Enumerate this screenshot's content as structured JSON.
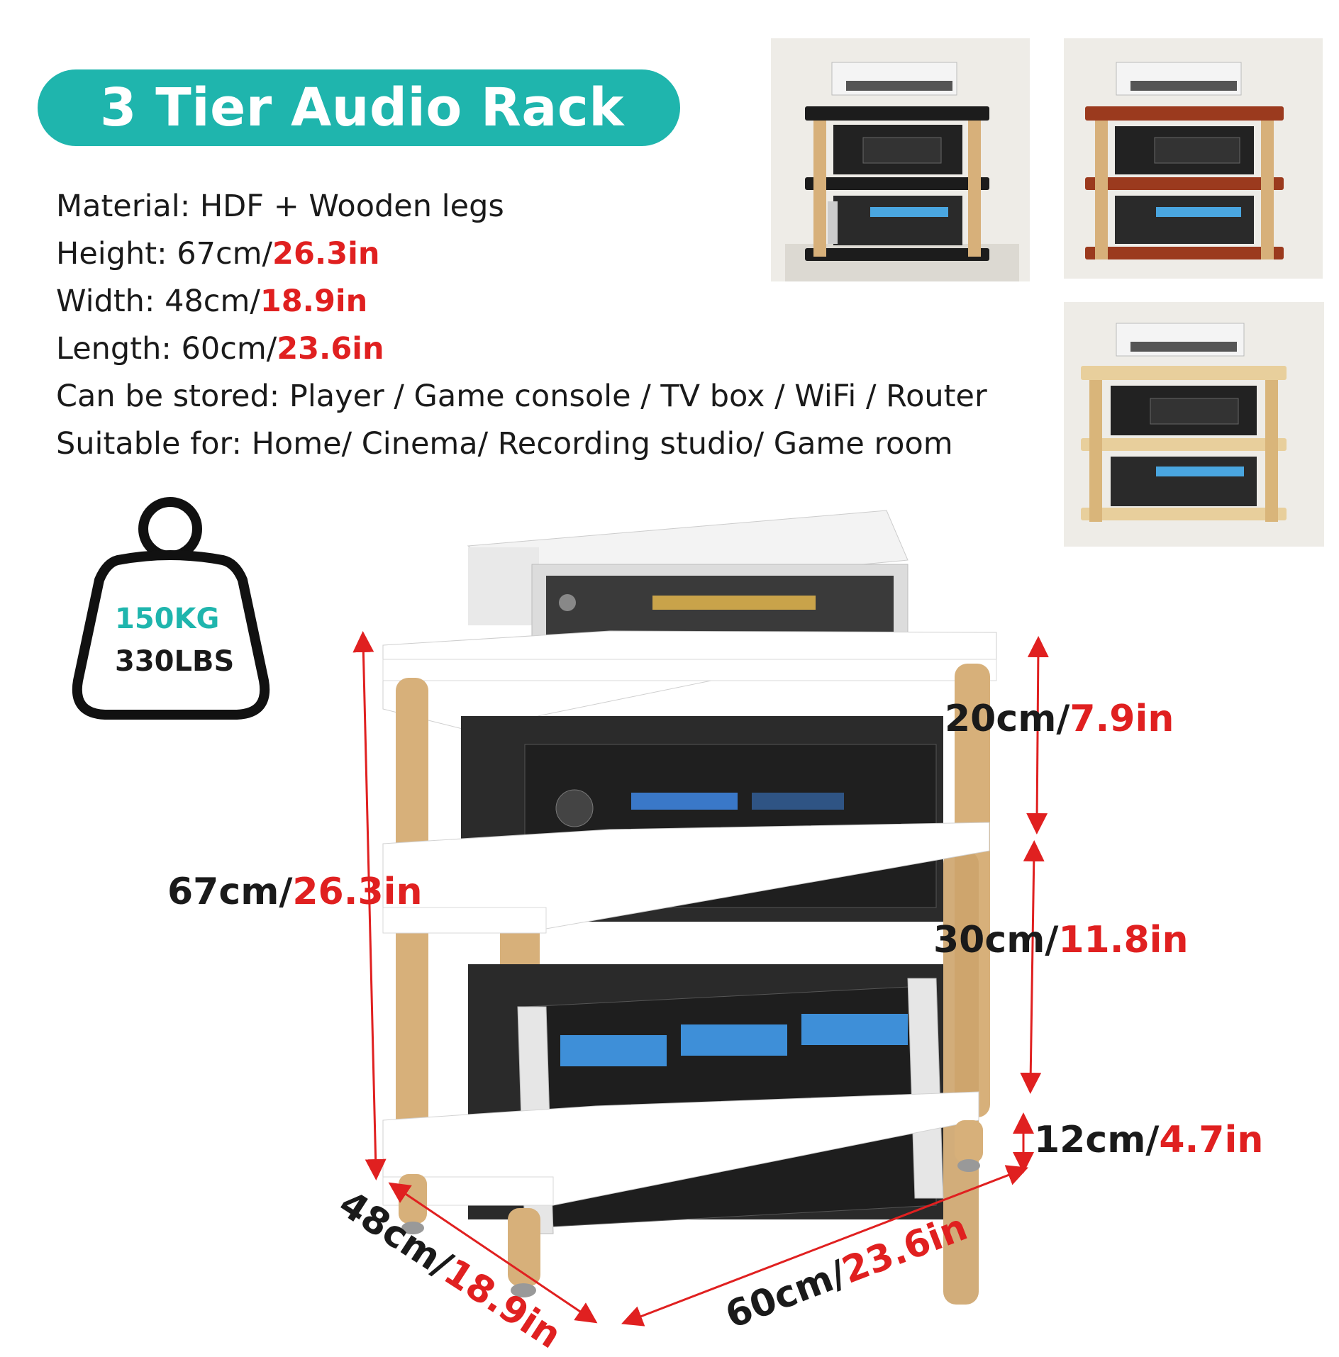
{
  "title": "3 Tier Audio Rack",
  "specs": {
    "material": "Material: HDF + Wooden legs",
    "height_label": "Height: 67cm/",
    "height_in": "26.3in",
    "width_label": "Width: 48cm/",
    "width_in": "18.9in",
    "length_label": "Length: 60cm/",
    "length_in": "23.6in",
    "stored": "Can be stored: Player / Game console / TV box / WiFi / Router",
    "suitable": "Suitable for: Home/ Cinema/ Recording studio/ Game room"
  },
  "weight": {
    "kg": "150KG",
    "lbs": "330LBS"
  },
  "dimensions": {
    "total_cm": "67cm/",
    "total_in": "26.3in",
    "top_gap_cm": "20cm/",
    "top_gap_in": "7.9in",
    "mid_gap_cm": "30cm/",
    "mid_gap_in": "11.8in",
    "foot_cm": "12cm/",
    "foot_in": "4.7in",
    "depth_cm": "48cm/",
    "depth_in": "18.9in",
    "width_cm": "60cm/",
    "width_in": "23.6in"
  },
  "variants": [
    {
      "name": "black",
      "shelf_color": "#1c1c1c"
    },
    {
      "name": "red-brown",
      "shelf_color": "#9b3a1e"
    },
    {
      "name": "natural-wood",
      "shelf_color": "#e8cf9c"
    }
  ],
  "colors": {
    "accent": "#1fb5ad",
    "highlight": "#e02020",
    "leg": "#d7b07a",
    "shelf_main": "#ffffff"
  }
}
